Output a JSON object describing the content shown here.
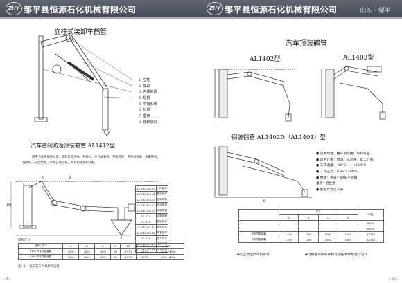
{
  "header": {
    "logo": "ZHY",
    "company": "邹平县恒源石化机械有限公司",
    "location": "山东 · 邹平"
  },
  "left": {
    "fig1_title": "立柱式装卸车鹤管",
    "parts": [
      "1. 立柱",
      "2. 接口",
      "3. 内臂锁紧",
      "4. 短臂",
      "5. 平衡系统",
      "6. 长臂",
      "7. 垂管",
      "8. 装卸接口"
    ],
    "fig2_title": "汽车密闭防溢顶装鹤管  AL1412型",
    "desc1": "用于汽车装载顶台车，装料宽度涂布，有限位，正柱式安装，平面可转，更有对照表，测量特征，",
    "desc2": "油接线，安全文件，10级自然过载，具有防溢保护功能。",
    "code_table": [
      [
        "AL1041152.55",
        "八口接件"
      ],
      [
        "AL1041152.54",
        "固定接件"
      ],
      [
        "AL1041152.53",
        "回转弯管"
      ],
      [
        "AL1041152.52",
        "回流管液"
      ],
      [
        "AL1041152.51",
        "吊箱弯管"
      ],
      [
        "YL-019",
        "平衡弹簧"
      ],
      [
        "YL-018",
        "回转拉杆"
      ],
      [
        "AL1041152.49",
        "系统拉件"
      ],
      [
        "AL1041152.48",
        "弯管接件"
      ],
      [
        "YL-016",
        "提升把手"
      ],
      [
        "AL1041152.47",
        "系统吊管"
      ],
      [
        "AL1041152.46",
        "吊管封口"
      ]
    ],
    "table_caption": "结构尺寸",
    "dim_header": [
      "型号 / 尺寸",
      "A",
      "B",
      "C",
      "D",
      "H1",
      "H2",
      "H3"
    ],
    "dim_rows": [
      [
        "YHG-汽车顶部装鹤",
        "1200",
        "2900",
        "3500",
        "60",
        "1570",
        "3970",
        "2000~4300"
      ],
      [
        "YHG-汽车顶部装鹤",
        "1200",
        "2500",
        "3500",
        "60",
        "1570",
        "3070",
        "2000~4300"
      ]
    ],
    "note": "注：H一般口安三个规格供选择",
    "page_num": "- 9 -"
  },
  "right": {
    "main_title": "汽车顶装鹤管",
    "model_a": "AL1402型",
    "model_b": "AL1403型",
    "model_c": "倒装鹤管  AL1402D（AL1401）型",
    "specs": [
      "● 适用场合：槽车顶装接口装卸作业",
      "● 适用介质：原油、成品油、化工介质",
      "● 工作温度：-40°C——+150°C",
      "● 工作压力：0.4~2.5MPa",
      "● 材质：管道=碳钢/不锈钢",
      "        垂管=铝合金",
      "● 典型尺寸见下表"
    ],
    "tbl_header1": [
      "尺寸",
      "口径"
    ],
    "tbl_header2": [
      "A",
      "B",
      "C",
      "D",
      "H"
    ],
    "tbl_rows": [
      [
        "DN50"
      ],
      [
        "DN80"
      ],
      [
        "汽车顶部装鹤",
        "1200",
        "1000",
        "4000",
        "2000",
        "DN100"
      ],
      [
        "汽车顶部装鹤",
        "1200",
        "1500",
        "1850",
        "2800",
        "DN150"
      ]
    ],
    "footnote_1": "◆以上典型尺寸仅参考",
    "footnote_2": "◆可根据现场条件和其他技术参数进行设计",
    "page_num": "- 10 -"
  },
  "colors": {
    "header": "#555b66",
    "line": "#333333"
  }
}
